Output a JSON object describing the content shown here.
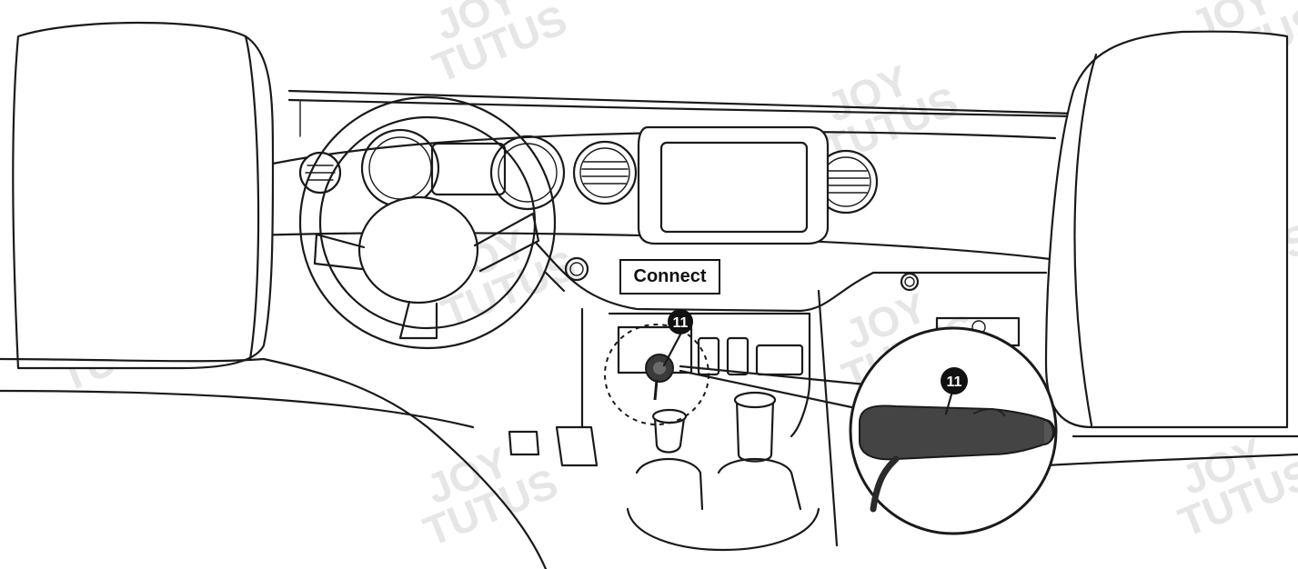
{
  "step": {
    "label": "Connect",
    "number": "11"
  },
  "watermark": {
    "line1": "JOY",
    "line2": "TUTUS"
  },
  "icons": [
    "steering-wheel",
    "infotainment-screen",
    "air-vent",
    "gear-shifter",
    "car-charger-plug",
    "seat-headrest"
  ]
}
